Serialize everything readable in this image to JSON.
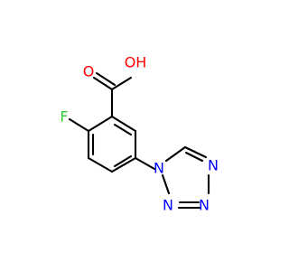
{
  "molecule": {
    "atoms": {
      "oxygen_carbonyl": {
        "label": "O",
        "color": "#ff0000"
      },
      "hydroxyl": {
        "label": "OH",
        "color": "#ff0000"
      },
      "fluorine": {
        "label": "F",
        "color": "#33cc33"
      },
      "nitrogen_1": {
        "label": "N",
        "color": "#0000ff"
      },
      "nitrogen_2": {
        "label": "N",
        "color": "#0000ff"
      },
      "nitrogen_3": {
        "label": "N",
        "color": "#0000ff"
      },
      "nitrogen_4": {
        "label": "N",
        "color": "#0000ff"
      }
    }
  }
}
